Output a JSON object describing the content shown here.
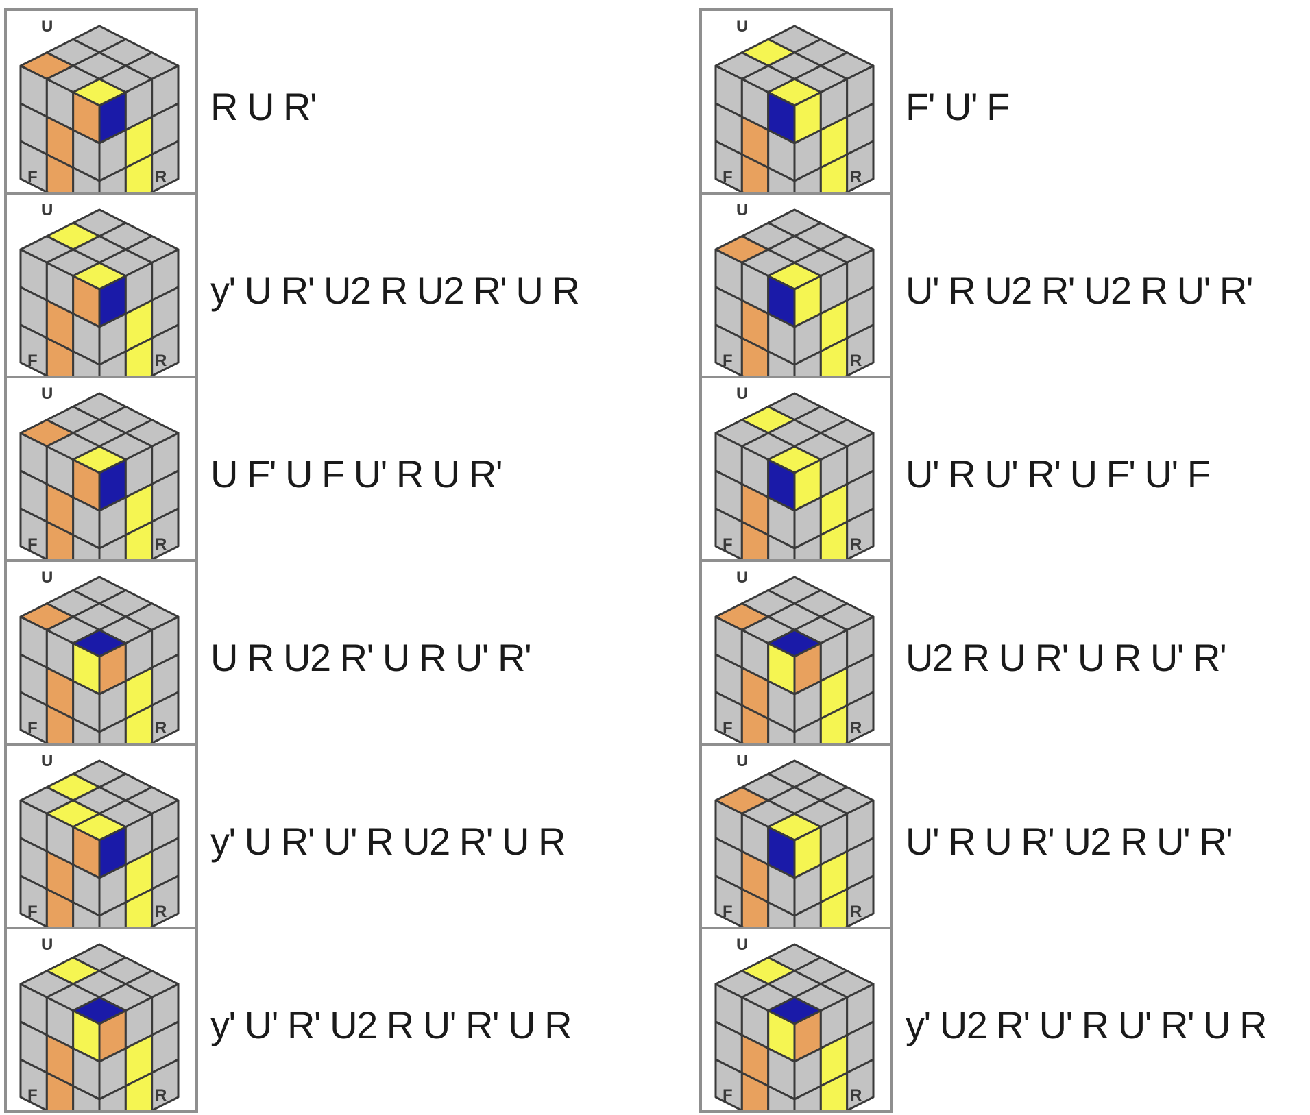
{
  "colors": {
    "sticker_gray": "#c3c3c3",
    "sticker_orange": "#e8a15e",
    "sticker_yellow": "#f5f552",
    "sticker_blue": "#1a1aa8",
    "cube_outline": "#3a3a3a",
    "frame_border": "#8f8f8f"
  },
  "face_labels": {
    "up": "U",
    "front": "F",
    "right": "R"
  },
  "cases": {
    "left": [
      {
        "algorithm": "R U R'",
        "top_highlight": "orange",
        "extra_top_yellow": false,
        "corner": "blue-top-right"
      },
      {
        "algorithm": "y' U R' U2 R U2 R' U R",
        "top_highlight": "yellow",
        "extra_top_yellow": false,
        "corner": "blue-top-right"
      },
      {
        "algorithm": "U F' U F U' R U R'",
        "top_highlight": "orange",
        "extra_top_yellow": false,
        "corner": "blue-top-right"
      },
      {
        "algorithm": "U R U2 R' U R U' R'",
        "top_highlight": "orange",
        "extra_top_yellow": false,
        "corner": "blue-top"
      },
      {
        "algorithm": "y' U R' U' R U2 R' U R",
        "top_highlight": "yellow",
        "extra_top_yellow": true,
        "corner": "blue-top-right"
      },
      {
        "algorithm": "y' U' R' U2 R U' R' U R",
        "top_highlight": "yellow",
        "extra_top_yellow": false,
        "corner": "blue-top"
      }
    ],
    "right": [
      {
        "algorithm": "F' U' F",
        "top_highlight": "yellow",
        "extra_top_yellow": false,
        "corner": "blue-front"
      },
      {
        "algorithm": "U' R U2 R' U2 R U' R'",
        "top_highlight": "orange",
        "extra_top_yellow": false,
        "corner": "blue-front"
      },
      {
        "algorithm": "U' R U' R' U F' U' F",
        "top_highlight": "yellow",
        "extra_top_yellow": false,
        "corner": "blue-front"
      },
      {
        "algorithm": "U2 R U R' U R U' R'",
        "top_highlight": "orange",
        "extra_top_yellow": false,
        "corner": "blue-top"
      },
      {
        "algorithm": "U' R U R' U2 R U' R'",
        "top_highlight": "orange",
        "extra_top_yellow": false,
        "corner": "blue-front"
      },
      {
        "algorithm": "y' U2 R' U' R U' R' U R",
        "top_highlight": "yellow",
        "extra_top_yellow": false,
        "corner": "blue-top"
      }
    ]
  }
}
